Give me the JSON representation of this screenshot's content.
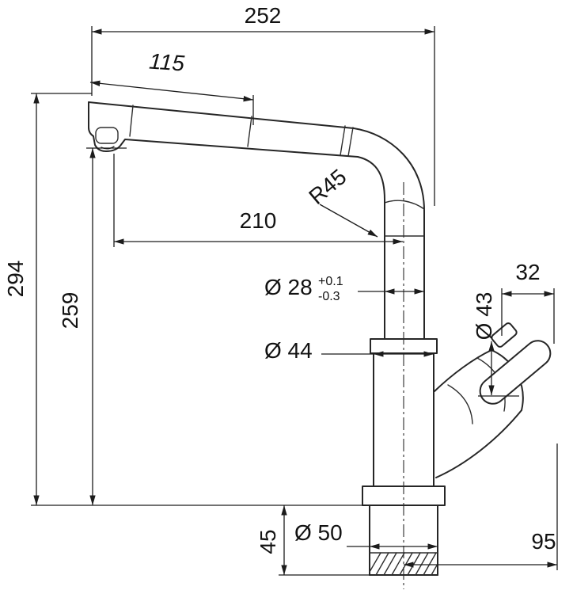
{
  "drawing": {
    "colors": {
      "line": "#262626",
      "background": "#ffffff"
    },
    "dims": {
      "overall_width": "252",
      "spout_head_length": "115",
      "spout_reach": "210",
      "bend_radius": "R45",
      "overall_height": "294",
      "outlet_height": "259",
      "riser_diameter": "Ø 28",
      "riser_tol_plus": "+0.1",
      "riser_tol_minus": "-0.3",
      "body_diameter": "Ø 44",
      "handle_diameter": "Ø 43",
      "handle_cap_width": "32",
      "under_counter_depth": "45",
      "shank_diameter": "Ø 50",
      "handle_reach": "95"
    }
  }
}
